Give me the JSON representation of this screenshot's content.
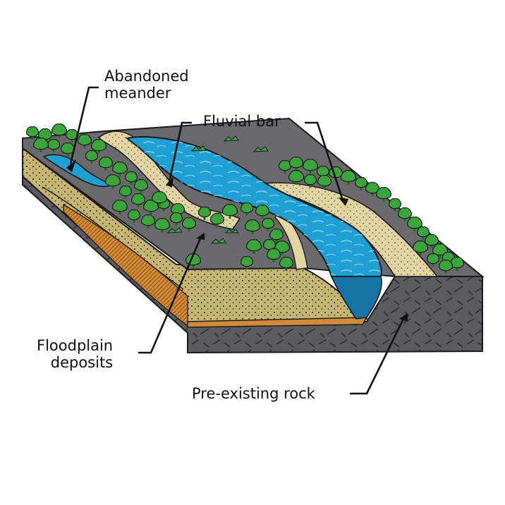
{
  "labels": {
    "abandoned_meander": [
      "Abandoned",
      "meander"
    ],
    "fluvial_bar": "Fluvial bar",
    "floodplain_deposits": [
      "Floodplain",
      "deposits"
    ],
    "pre_existing_rock": "Pre-existing rock"
  },
  "colors": {
    "rock": "#5b5b5f",
    "rock_dark": "#3c3c40",
    "surface": "#6a6a6e",
    "sediment": "#c7b574",
    "sand": "#e3d5a3",
    "orange_layer": "#d18a38",
    "water": "#1f9fd2",
    "water_deep": "#1673a6",
    "tree": "#3aa53a",
    "tree_dark": "#1e6f1e",
    "outline": "#1a1a1a"
  }
}
